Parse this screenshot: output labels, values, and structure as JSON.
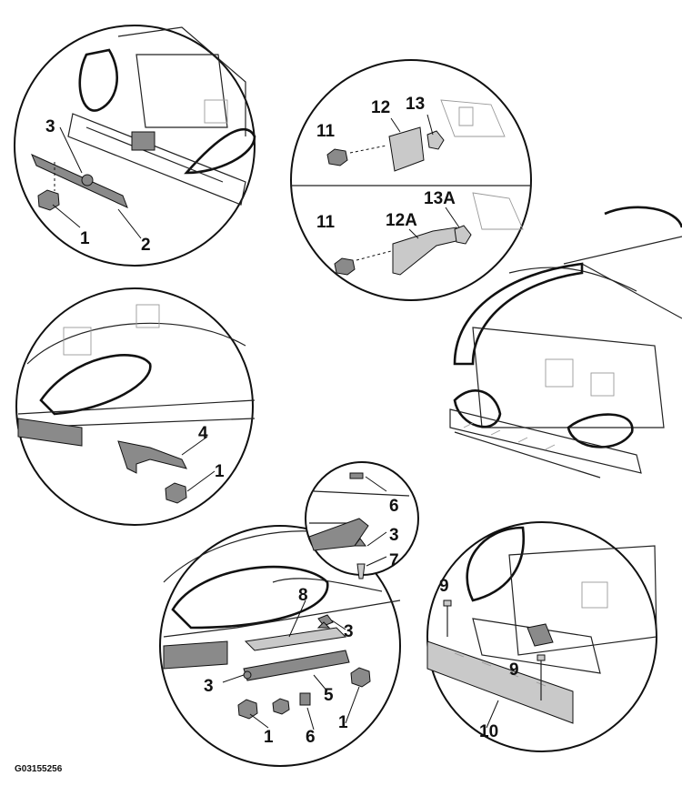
{
  "figure": {
    "code": "G03155256"
  },
  "callouts": {
    "c1a": "1",
    "c2": "2",
    "c3a": "3",
    "c11a": "11",
    "c12": "12",
    "c13": "13",
    "c11b": "11",
    "c12a": "12A",
    "c13a": "13A",
    "c4": "4",
    "c1b": "1",
    "c6a": "6",
    "c3b": "3",
    "c7": "7",
    "c8": "8",
    "c3c": "3",
    "c3d": "3",
    "c5": "5",
    "c1c": "1",
    "c6b": "6",
    "c1d": "1",
    "c9a": "9",
    "c9b": "9",
    "c10": "10"
  }
}
